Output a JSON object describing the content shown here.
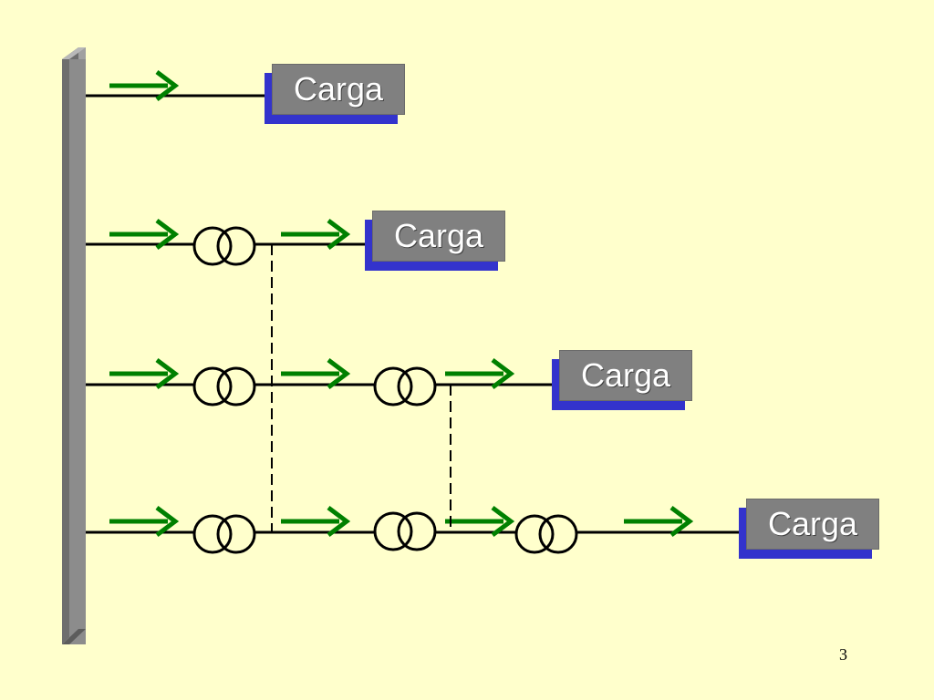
{
  "loads": [
    {
      "label": "Carga"
    },
    {
      "label": "Carga"
    },
    {
      "label": "Carga"
    },
    {
      "label": "Carga"
    }
  ],
  "page_number": "3",
  "colors": {
    "background": "#ffffcc",
    "busbar": "#8c8c8c",
    "arrow": "#008000",
    "load_fill": "#808080",
    "load_shadow": "#3333cc",
    "line": "#000000"
  }
}
